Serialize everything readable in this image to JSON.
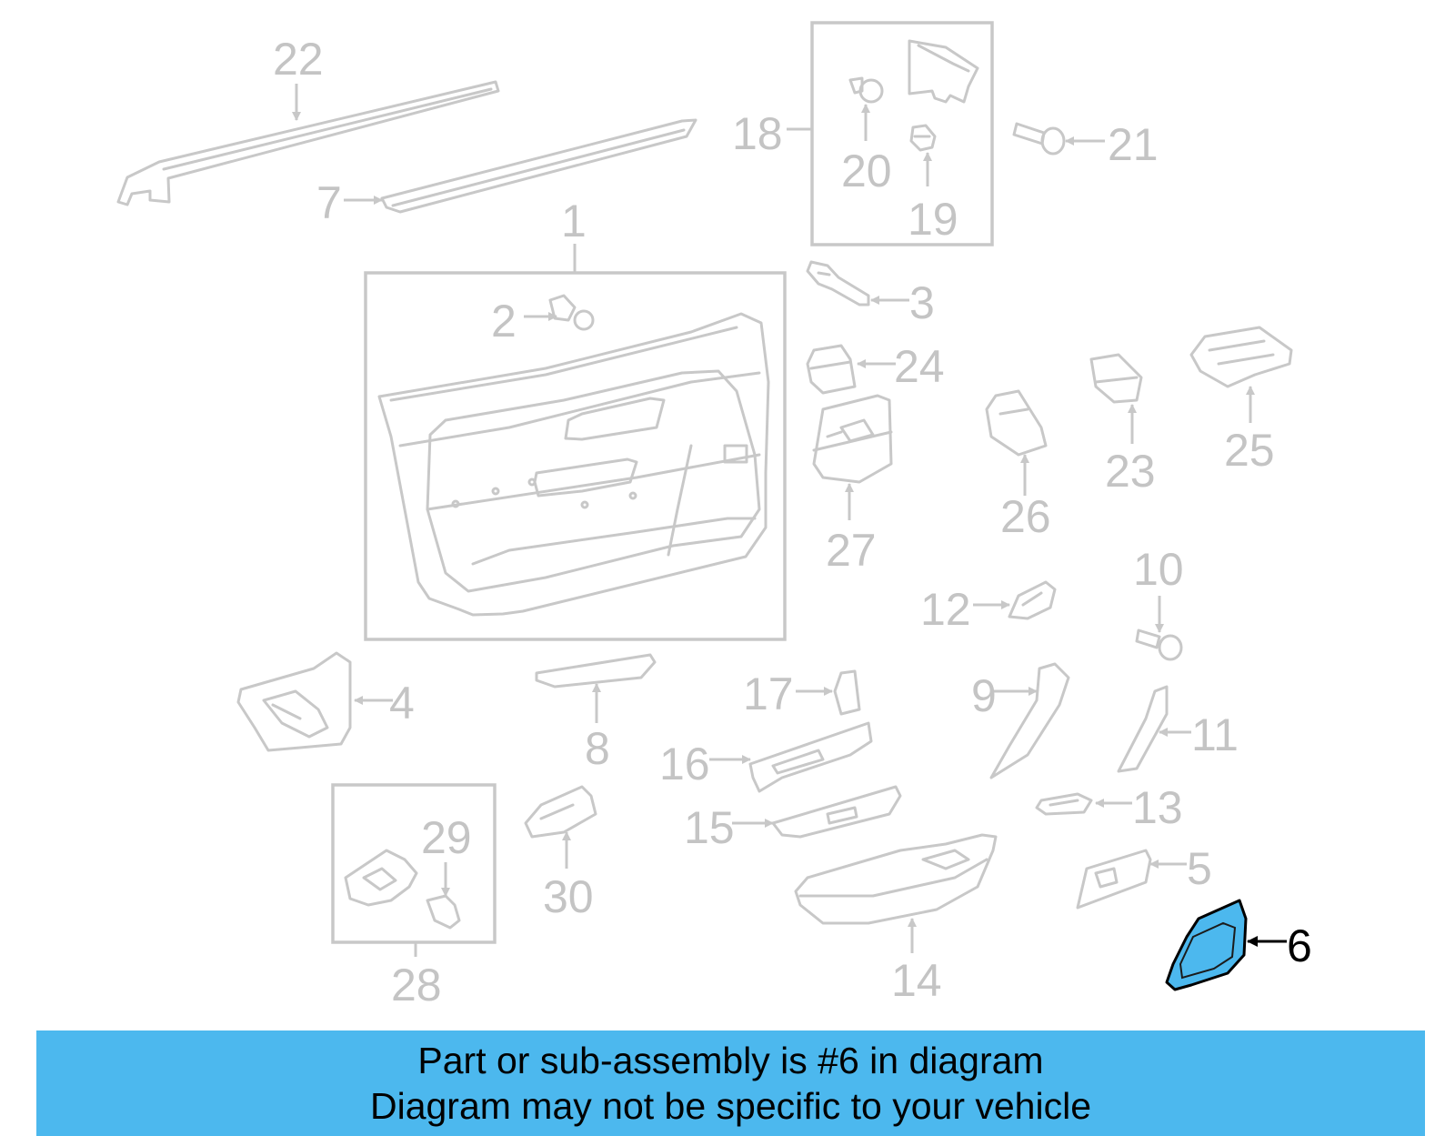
{
  "diagram": {
    "callouts": [
      "1",
      "2",
      "3",
      "4",
      "5",
      "6",
      "7",
      "8",
      "9",
      "10",
      "11",
      "12",
      "13",
      "14",
      "15",
      "16",
      "17",
      "18",
      "19",
      "20",
      "21",
      "22",
      "23",
      "24",
      "25",
      "26",
      "27",
      "28",
      "29",
      "30"
    ],
    "highlighted_callout": "6",
    "highlight_color": "#4cb8ee",
    "part_color": "#c8c8c8",
    "label_color": "#c4c4c4"
  },
  "banner": {
    "line1": "Part or sub-assembly is #6 in diagram",
    "line2": "Diagram may not be specific to your vehicle",
    "background": "#4cb8ee"
  }
}
